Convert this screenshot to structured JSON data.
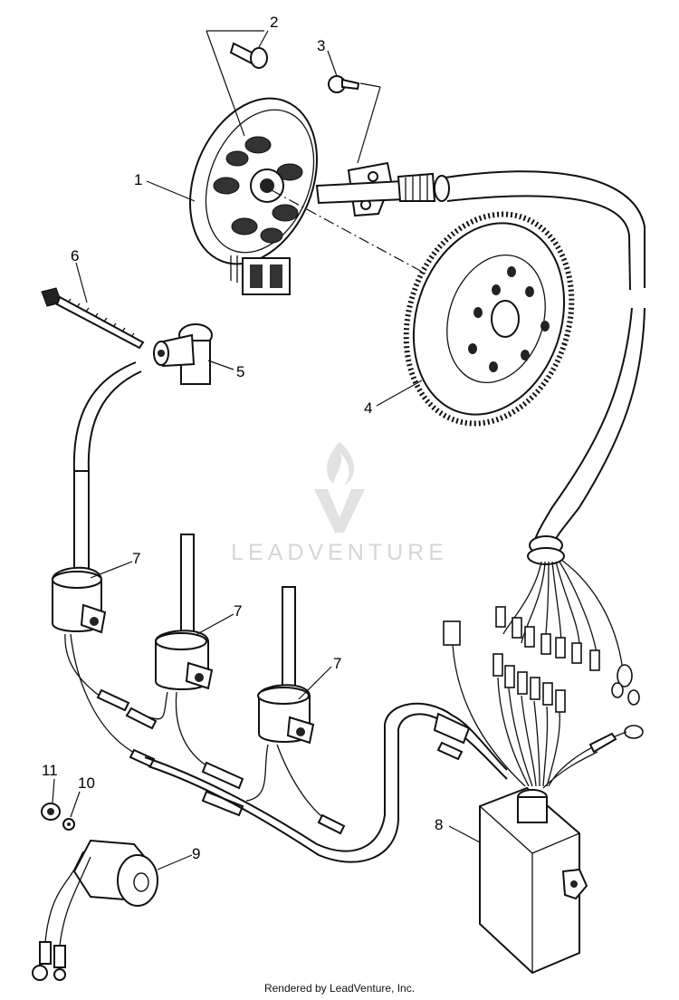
{
  "callouts": {
    "c1": "1",
    "c2": "2",
    "c3": "3",
    "c4": "4",
    "c5": "5",
    "c6": "6",
    "c7a": "7",
    "c7b": "7",
    "c7c": "7",
    "c8": "8",
    "c9": "9",
    "c10": "10",
    "c11": "11"
  },
  "watermark": {
    "text": "LEADVENTURE"
  },
  "footer": {
    "text": "Rendered by LeadVenture, Inc."
  },
  "colors": {
    "line": "#111111",
    "watermark": "#d6d6d6",
    "background": "#ffffff"
  }
}
